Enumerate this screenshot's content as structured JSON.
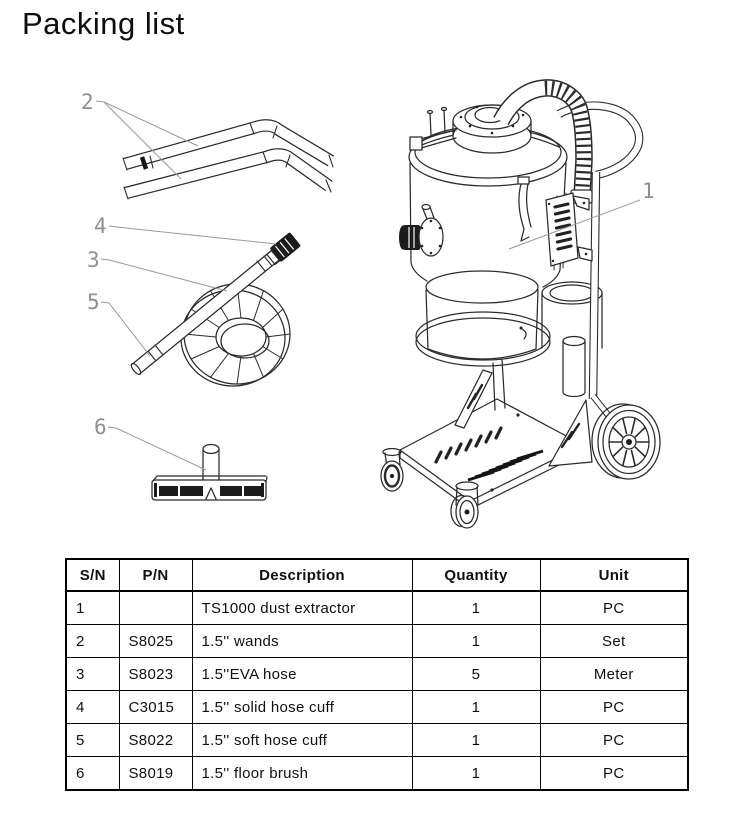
{
  "page": {
    "title": "Packing list"
  },
  "diagram": {
    "callouts": [
      "1",
      "2",
      "3",
      "4",
      "5",
      "6"
    ]
  },
  "table": {
    "headers": [
      "S/N",
      "P/N",
      "Description",
      "Quantity",
      "Unit"
    ],
    "rows": [
      [
        "1",
        "",
        "TS1000 dust extractor",
        "1",
        "PC"
      ],
      [
        "2",
        "S8025",
        "1.5'' wands",
        "1",
        "Set"
      ],
      [
        "3",
        "S8023",
        "1.5''EVA hose",
        "5",
        "Meter"
      ],
      [
        "4",
        "C3015",
        "1.5'' solid hose cuff",
        "1",
        "PC"
      ],
      [
        "5",
        "S8022",
        "1.5'' soft hose cuff",
        "1",
        "PC"
      ],
      [
        "6",
        "S8019",
        "1.5'' floor brush",
        "1",
        "PC"
      ]
    ]
  },
  "colors": {
    "line": "#2b2b2b",
    "callout": "#8f8f8f",
    "border": "#000000",
    "background": "#ffffff"
  }
}
